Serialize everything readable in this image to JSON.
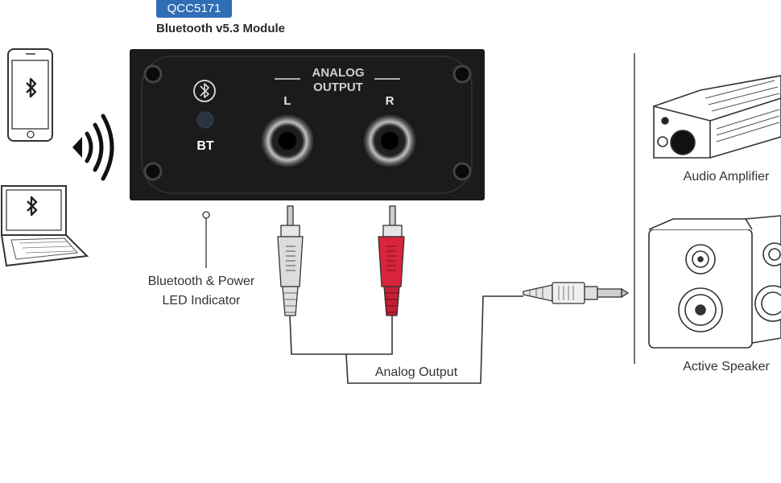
{
  "header": {
    "chip_label": "QCC5171",
    "module_title": "Bluetooth v5.3 Module"
  },
  "module": {
    "analog_label_line1": "ANALOG",
    "analog_label_line2": "OUTPUT",
    "left_channel": "L",
    "right_channel": "R",
    "bt_label": "BT"
  },
  "callouts": {
    "led_indicator_line1": "Bluetooth & Power",
    "led_indicator_line2": "LED Indicator",
    "analog_output": "Analog Output"
  },
  "devices": {
    "amplifier": "Audio Amplifier",
    "speaker": "Active Speaker"
  },
  "colors": {
    "chip": "#2f6db5",
    "module_body": "#1b1b1b",
    "rca_white": "#d9d9d9",
    "rca_red": "#d8243c"
  }
}
